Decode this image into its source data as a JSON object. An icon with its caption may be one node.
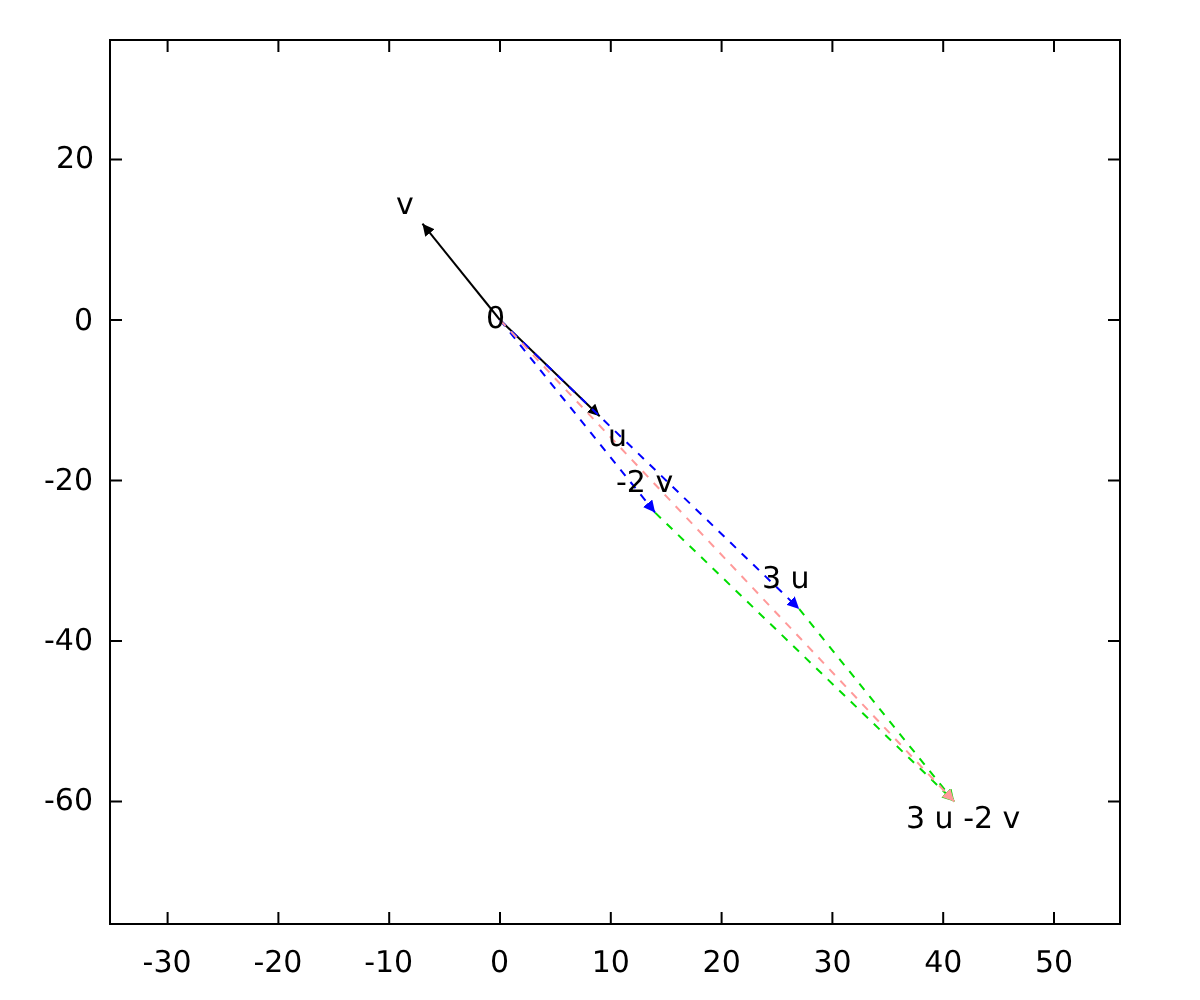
{
  "diagram": {
    "nodes": [
      {
        "text": [
          "0"
        ]
      },
      {
        "text": [
          "v"
        ]
      },
      {
        "text": [
          "u"
        ]
      },
      {
        "text": [
          "-2 v"
        ]
      },
      {
        "text": [
          "3 u"
        ]
      },
      {
        "text": [
          "3 u -2 v"
        ]
      }
    ],
    "edges": [
      {
        "from": 0,
        "to": 1,
        "arrow": "to"
      },
      {
        "from": 0,
        "to": 2,
        "arrow": "to"
      },
      {
        "from": 0,
        "to": 3,
        "arrow": "to",
        "style": "dashed",
        "color": "#0000ff"
      },
      {
        "from": 0,
        "to": 4,
        "arrow": "to",
        "style": "dashed",
        "color": "#0000ff"
      },
      {
        "from": 3,
        "to": 5,
        "arrow": "to",
        "style": "dashed",
        "color": "#00dd00"
      },
      {
        "from": 4,
        "to": 5,
        "arrow": "to",
        "style": "dashed",
        "color": "#00dd00"
      },
      {
        "from": 0,
        "to": 5,
        "arrow": "to",
        "style": "dashed",
        "color": "#ff9999"
      }
    ],
    "labels": [
      "20",
      "0",
      "-20",
      "-40",
      "-60",
      "-30",
      "-20",
      "-10",
      "0",
      "10",
      "20",
      "30",
      "40",
      "50"
    ]
  }
}
